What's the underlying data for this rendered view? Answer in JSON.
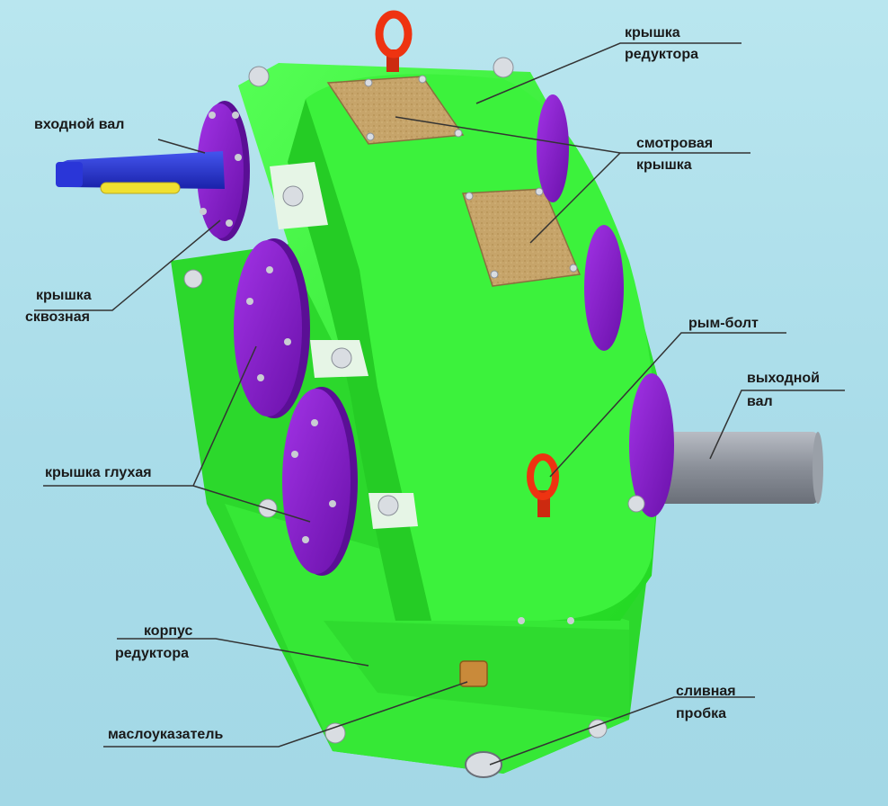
{
  "colors": {
    "background": "#a9dce9",
    "housing": "#33ee33",
    "housing_shade": "#22c422",
    "cover_purple": "#8a22cc",
    "inspection_cover": "#c9a76a",
    "eye_bolt": "#ee3311",
    "input_shaft": "#2233cc",
    "output_shaft": "#8a8f98",
    "leader_line": "#333333"
  },
  "labels": {
    "top_cover_l1": "крышка",
    "top_cover_l2": "редуктора",
    "input_shaft": "входной вал",
    "inspection_l1": "смотровая",
    "inspection_l2": "крышка",
    "through_cover_l1": "крышка",
    "through_cover_l2": "сквозная",
    "eye_bolt": "рым-болт",
    "output_shaft_l1": "выходной",
    "output_shaft_l2": "вал",
    "blind_cover": "крышка глухая",
    "housing_l1": "корпус",
    "housing_l2": "редуктора",
    "drain_plug_l1": "сливная",
    "drain_plug_l2": "пробка",
    "oil_gauge": "маслоуказатель"
  }
}
